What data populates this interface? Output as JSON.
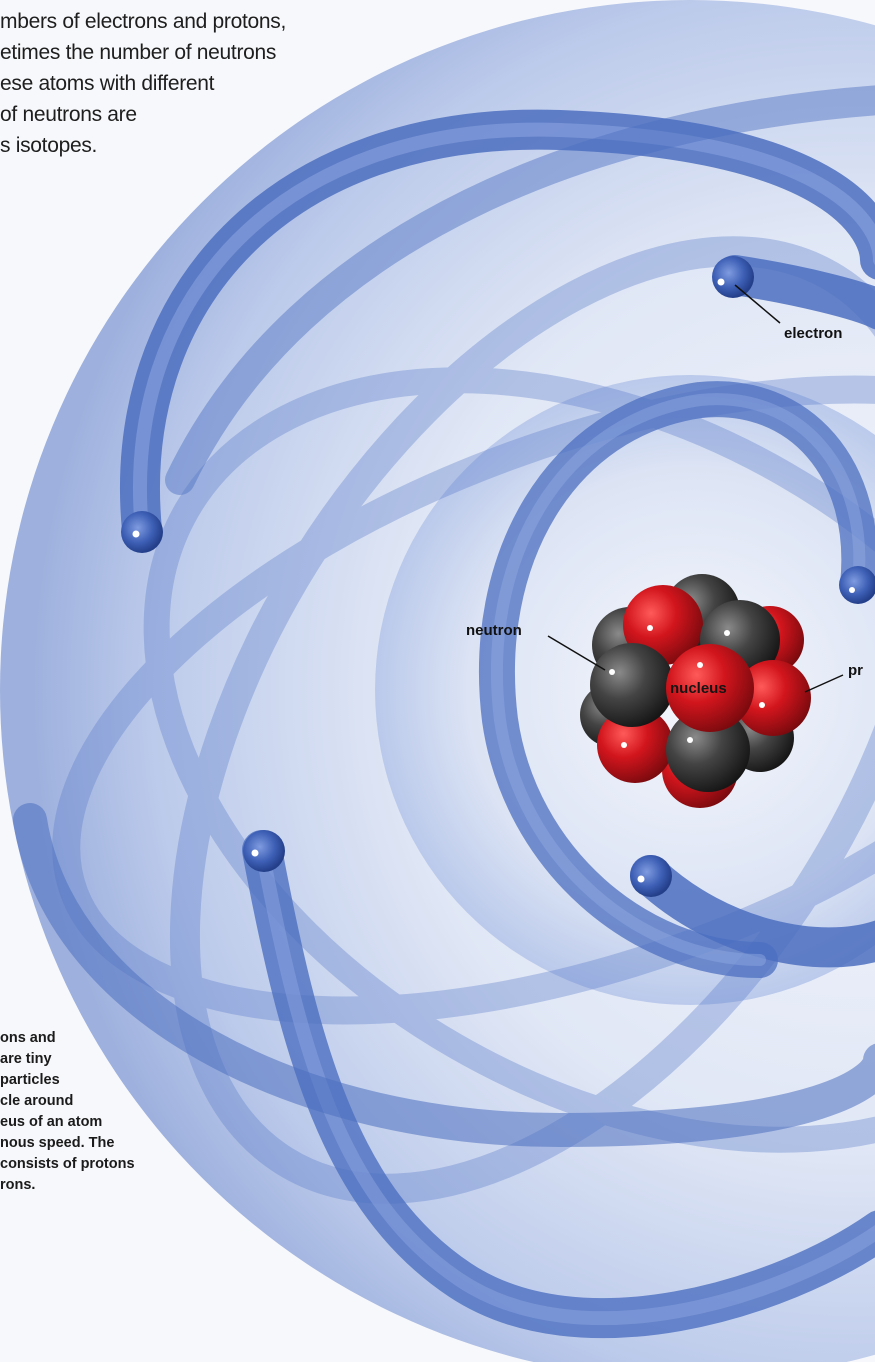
{
  "intro_lines": [
    "mbers of electrons and protons,",
    "etimes the number of neutrons",
    "ese atoms with different",
    "of neutrons are",
    "s isotopes."
  ],
  "caption_lines": [
    "ons and",
    "are tiny",
    "particles",
    "cle around",
    "eus of an atom",
    "nous speed. The",
    "consists of protons",
    "rons."
  ],
  "labels": {
    "electron": "electron",
    "neutron": "neutron",
    "nucleus": "nucleus",
    "proton_partial": "pr"
  },
  "colors": {
    "orbit_blue": "#4c6fc0",
    "sphere_blue": "#9fb3e0",
    "proton_red": "#c4141c",
    "neutron_gray": "#3a3a3a"
  }
}
